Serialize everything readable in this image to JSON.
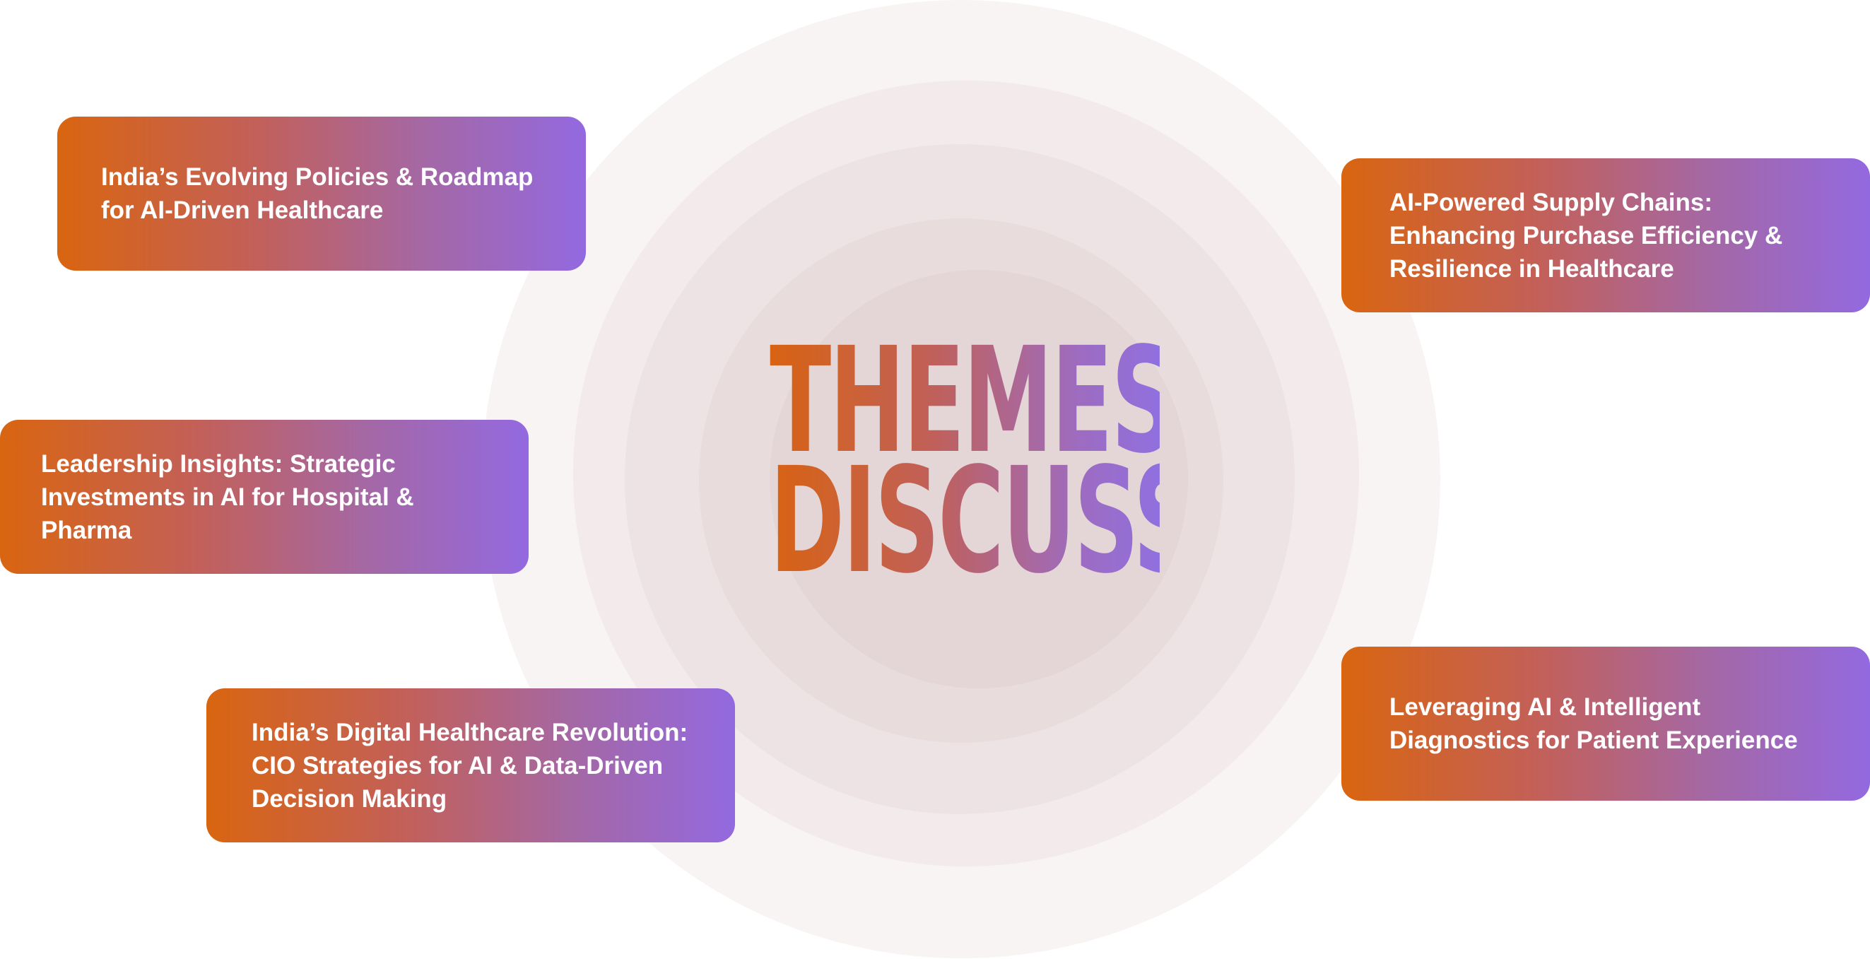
{
  "title": {
    "line1": "THEMES OF",
    "line2": "DISCUSSION"
  },
  "themes": [
    {
      "text": "India’s Evolving Policies & Roadmap\nfor AI-Driven Healthcare"
    },
    {
      "text": "AI-Powered Supply Chains:\nEnhancing Purchase Efficiency &\nResilience in Healthcare"
    },
    {
      "text": "Leadership Insights: Strategic\nInvestments in AI for Hospital &\nPharma"
    },
    {
      "text": "India’s Digital Healthcare Revolution:\nCIO Strategies for AI & Data-Driven\nDecision Making"
    },
    {
      "text": "Leveraging AI & Intelligent\nDiagnostics for Patient Experience"
    }
  ],
  "colors": {
    "gradient_start": "#d96510",
    "gradient_end": "#9369e0",
    "card_text": "#ffffff",
    "ring_outer": "#f8f4f4",
    "ring_inner": "#e4d5d6"
  }
}
